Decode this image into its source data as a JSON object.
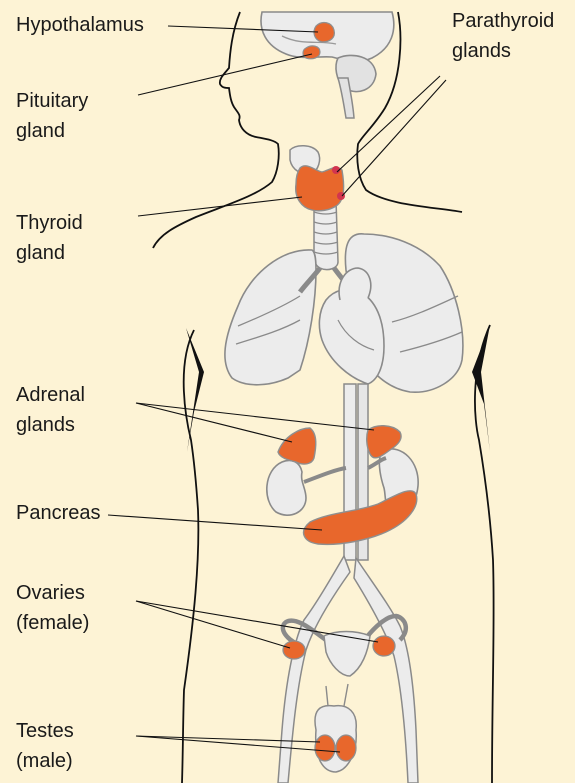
{
  "colors": {
    "background": "#fdf3d5",
    "gland": "#e8672c",
    "gland_outline": "#8f8f8f",
    "organ": "#ececec",
    "organ_outline": "#8a8a8a",
    "parathyroid": "#d2354f",
    "outline": "#111111"
  },
  "labels": {
    "hypothalamus": "Hypothalamus",
    "pituitary": [
      "Pituitary",
      "gland"
    ],
    "thyroid": [
      "Thyroid",
      "gland"
    ],
    "parathyroid": [
      "Parathyroid",
      "glands"
    ],
    "adrenal": [
      "Adrenal",
      "glands"
    ],
    "pancreas": "Pancreas",
    "ovaries": [
      "Ovaries",
      "(female)"
    ],
    "testes": [
      "Testes",
      "(male)"
    ]
  }
}
